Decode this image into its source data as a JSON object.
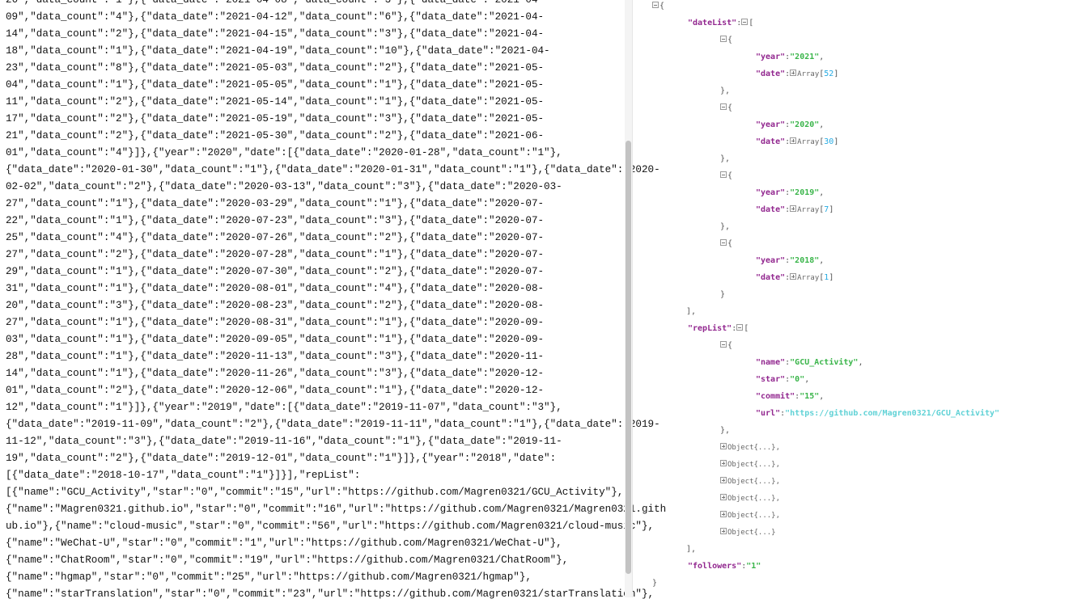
{
  "raw_text": {
    "lines": [
      "26\",\"data_count\":\"1\"},{\"data_date\":\"2021-04-08\",\"data_count\":\"3\"},{\"data_date\":\"2021-04-",
      "09\",\"data_count\":\"4\"},{\"data_date\":\"2021-04-12\",\"data_count\":\"6\"},{\"data_date\":\"2021-04-",
      "14\",\"data_count\":\"2\"},{\"data_date\":\"2021-04-15\",\"data_count\":\"3\"},{\"data_date\":\"2021-04-",
      "18\",\"data_count\":\"1\"},{\"data_date\":\"2021-04-19\",\"data_count\":\"10\"},{\"data_date\":\"2021-04-",
      "23\",\"data_count\":\"8\"},{\"data_date\":\"2021-05-03\",\"data_count\":\"2\"},{\"data_date\":\"2021-05-",
      "04\",\"data_count\":\"1\"},{\"data_date\":\"2021-05-05\",\"data_count\":\"1\"},{\"data_date\":\"2021-05-",
      "11\",\"data_count\":\"2\"},{\"data_date\":\"2021-05-14\",\"data_count\":\"1\"},{\"data_date\":\"2021-05-",
      "17\",\"data_count\":\"2\"},{\"data_date\":\"2021-05-19\",\"data_count\":\"3\"},{\"data_date\":\"2021-05-",
      "21\",\"data_count\":\"2\"},{\"data_date\":\"2021-05-30\",\"data_count\":\"2\"},{\"data_date\":\"2021-06-",
      "01\",\"data_count\":\"4\"}]},{\"year\":\"2020\",\"date\":[{\"data_date\":\"2020-01-28\",\"data_count\":\"1\"},",
      "{\"data_date\":\"2020-01-30\",\"data_count\":\"1\"},{\"data_date\":\"2020-01-31\",\"data_count\":\"1\"},{\"data_date\":\"2020-",
      "02-02\",\"data_count\":\"2\"},{\"data_date\":\"2020-03-13\",\"data_count\":\"3\"},{\"data_date\":\"2020-03-",
      "27\",\"data_count\":\"1\"},{\"data_date\":\"2020-03-29\",\"data_count\":\"1\"},{\"data_date\":\"2020-07-",
      "22\",\"data_count\":\"1\"},{\"data_date\":\"2020-07-23\",\"data_count\":\"3\"},{\"data_date\":\"2020-07-",
      "25\",\"data_count\":\"4\"},{\"data_date\":\"2020-07-26\",\"data_count\":\"2\"},{\"data_date\":\"2020-07-",
      "27\",\"data_count\":\"2\"},{\"data_date\":\"2020-07-28\",\"data_count\":\"1\"},{\"data_date\":\"2020-07-",
      "29\",\"data_count\":\"1\"},{\"data_date\":\"2020-07-30\",\"data_count\":\"2\"},{\"data_date\":\"2020-07-",
      "31\",\"data_count\":\"1\"},{\"data_date\":\"2020-08-01\",\"data_count\":\"4\"},{\"data_date\":\"2020-08-",
      "20\",\"data_count\":\"3\"},{\"data_date\":\"2020-08-23\",\"data_count\":\"2\"},{\"data_date\":\"2020-08-",
      "27\",\"data_count\":\"1\"},{\"data_date\":\"2020-08-31\",\"data_count\":\"1\"},{\"data_date\":\"2020-09-",
      "03\",\"data_count\":\"1\"},{\"data_date\":\"2020-09-05\",\"data_count\":\"1\"},{\"data_date\":\"2020-09-",
      "28\",\"data_count\":\"1\"},{\"data_date\":\"2020-11-13\",\"data_count\":\"3\"},{\"data_date\":\"2020-11-",
      "14\",\"data_count\":\"1\"},{\"data_date\":\"2020-11-26\",\"data_count\":\"3\"},{\"data_date\":\"2020-12-",
      "01\",\"data_count\":\"2\"},{\"data_date\":\"2020-12-06\",\"data_count\":\"1\"},{\"data_date\":\"2020-12-",
      "12\",\"data_count\":\"1\"}]},{\"year\":\"2019\",\"date\":[{\"data_date\":\"2019-11-07\",\"data_count\":\"3\"},",
      "{\"data_date\":\"2019-11-09\",\"data_count\":\"2\"},{\"data_date\":\"2019-11-11\",\"data_count\":\"1\"},{\"data_date\":\"2019-",
      "11-12\",\"data_count\":\"3\"},{\"data_date\":\"2019-11-16\",\"data_count\":\"1\"},{\"data_date\":\"2019-11-",
      "19\",\"data_count\":\"2\"},{\"data_date\":\"2019-12-01\",\"data_count\":\"1\"}]},{\"year\":\"2018\",\"date\":",
      "[{\"data_date\":\"2018-10-17\",\"data_count\":\"1\"}]}],\"repList\":",
      "[{\"name\":\"GCU_Activity\",\"star\":\"0\",\"commit\":\"15\",\"url\":\"https://github.com/Magren0321/GCU_Activity\"},",
      "{\"name\":\"Magren0321.github.io\",\"star\":\"0\",\"commit\":\"16\",\"url\":\"https://github.com/Magren0321/Magren0321.gith",
      "ub.io\"},{\"name\":\"cloud-music\",\"star\":\"0\",\"commit\":\"56\",\"url\":\"https://github.com/Magren0321/cloud-music\"},",
      "{\"name\":\"WeChat-U\",\"star\":\"0\",\"commit\":\"1\",\"url\":\"https://github.com/Magren0321/WeChat-U\"},",
      "{\"name\":\"ChatRoom\",\"star\":\"0\",\"commit\":\"19\",\"url\":\"https://github.com/Magren0321/ChatRoom\"},",
      "{\"name\":\"hgmap\",\"star\":\"0\",\"commit\":\"25\",\"url\":\"https://github.com/Magren0321/hgmap\"},",
      "{\"name\":\"starTranslation\",\"star\":\"0\",\"commit\":\"23\",\"url\":\"https://github.com/Magren0321/starTranslation\"},"
    ]
  },
  "tree": {
    "root_open": "{",
    "root_close": "}",
    "dateList": {
      "key": "\"dateList\"",
      "open": "[",
      "close": "],",
      "entries": [
        {
          "open": "{",
          "year_key": "\"year\"",
          "year_val": "\"2021\"",
          "date_key": "\"date\"",
          "array_label": "Array",
          "array_count": "52",
          "close": "},"
        },
        {
          "open": "{",
          "year_key": "\"year\"",
          "year_val": "\"2020\"",
          "date_key": "\"date\"",
          "array_label": "Array",
          "array_count": "30",
          "close": "},"
        },
        {
          "open": "{",
          "year_key": "\"year\"",
          "year_val": "\"2019\"",
          "date_key": "\"date\"",
          "array_label": "Array",
          "array_count": "7",
          "close": "},"
        },
        {
          "open": "{",
          "year_key": "\"year\"",
          "year_val": "\"2018\"",
          "date_key": "\"date\"",
          "array_label": "Array",
          "array_count": "1",
          "close": "}"
        }
      ]
    },
    "repList": {
      "key": "\"repList\"",
      "open": "[",
      "close": "],",
      "first": {
        "open": "{",
        "name_key": "\"name\"",
        "name_val": "\"GCU_Activity\"",
        "star_key": "\"star\"",
        "star_val": "\"0\"",
        "commit_key": "\"commit\"",
        "commit_val": "\"15\"",
        "url_key": "\"url\"",
        "url_val": "\"https://github.com/Magren0321/GCU_Activity\"",
        "close": "},"
      },
      "collapsed": [
        "Object{...},",
        "Object{...},",
        "Object{...},",
        "Object{...},",
        "Object{...},",
        "Object{...}"
      ]
    },
    "followers": {
      "key": "\"followers\"",
      "value": "\"1\""
    }
  }
}
